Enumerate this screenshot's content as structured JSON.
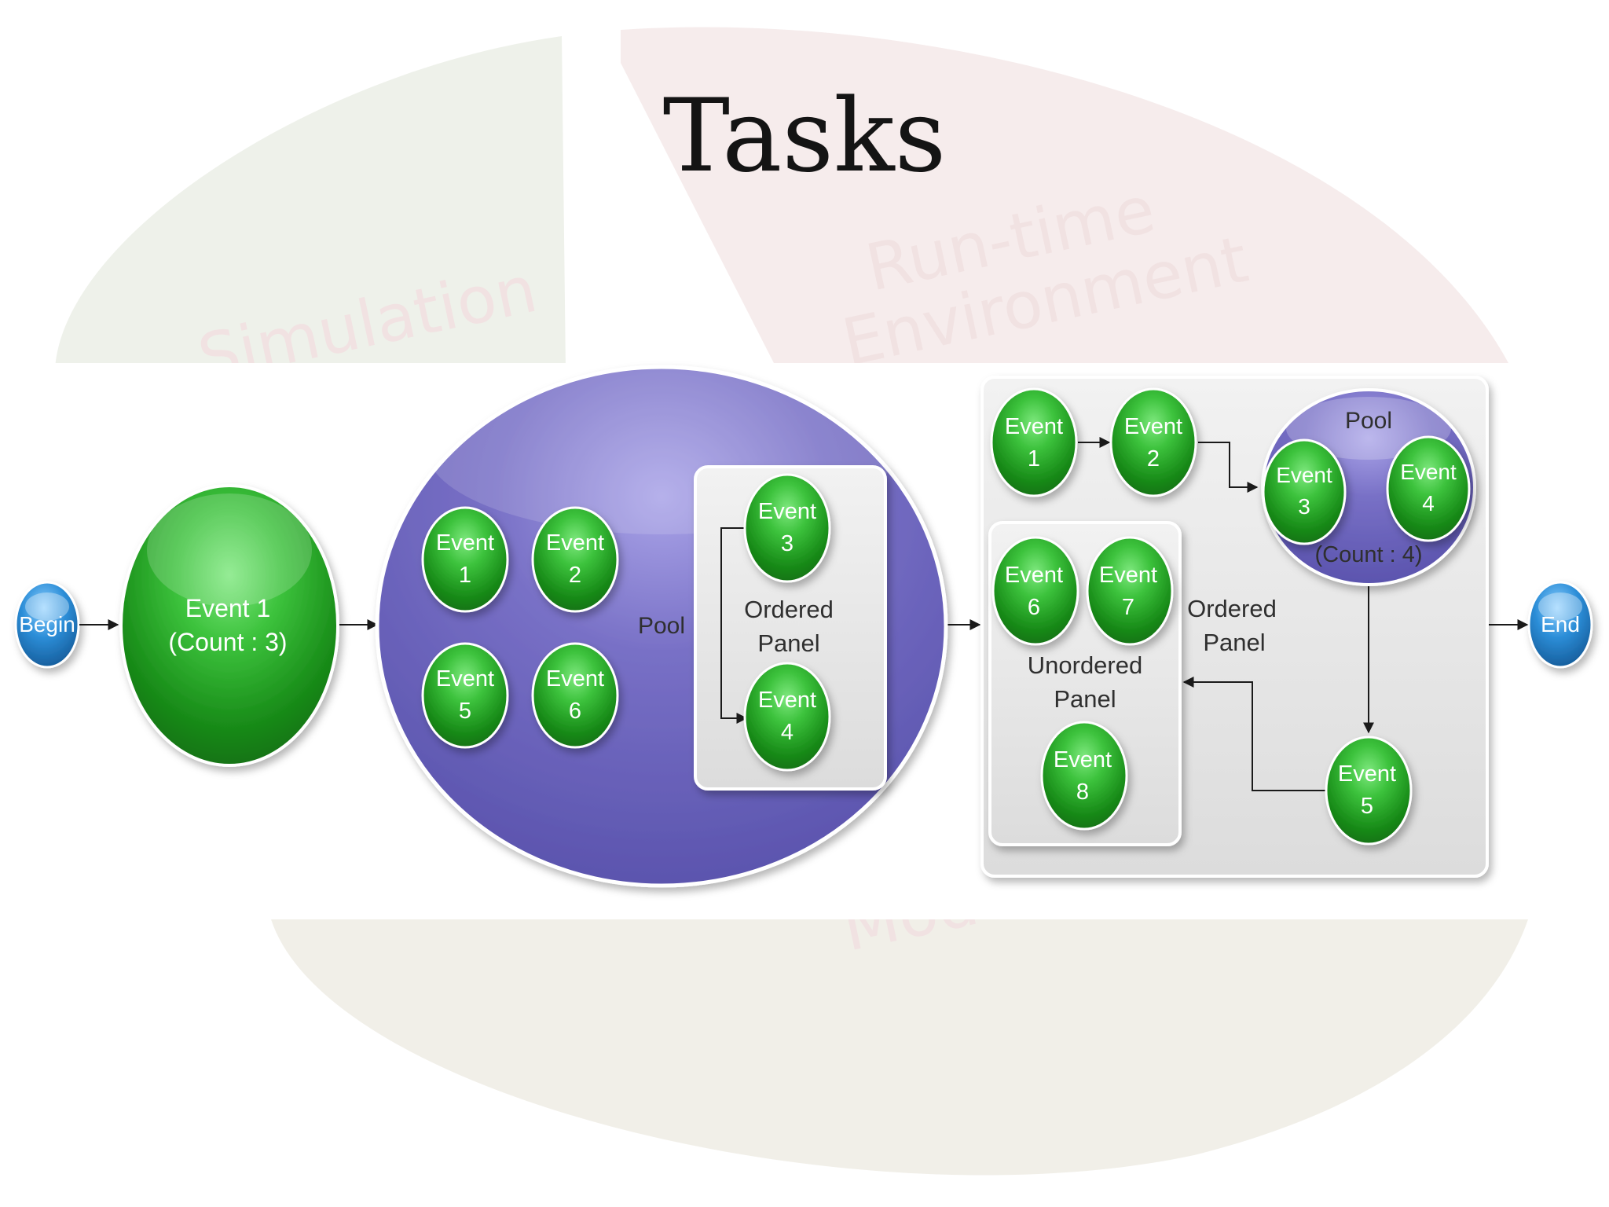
{
  "slide": {
    "title": "Tasks"
  },
  "background_words": {
    "simulation": "Simulation",
    "runtime_line1": "Run-time",
    "runtime_line2": "Environment",
    "model": "Model"
  },
  "colors": {
    "green_node": "#1e9c1e",
    "green_highlight": "#6de36d",
    "purple_pool": "#6a63b8",
    "purple_highlight": "#bcb6f0",
    "panel_gray": "#e5e5e5",
    "blue_terminal": "#1f7ec8",
    "arrow": "#1a1a1a"
  },
  "diagram": {
    "begin": "Begin",
    "end": "End",
    "event_1_count": {
      "line1": "Event 1",
      "line2": "(Count : 3)"
    },
    "pool_1": {
      "label": "Pool",
      "events": [
        {
          "line1": "Event",
          "line2": "1"
        },
        {
          "line1": "Event",
          "line2": "2"
        },
        {
          "line1": "Event",
          "line2": "5"
        },
        {
          "line1": "Event",
          "line2": "6"
        }
      ],
      "ordered_panel": {
        "label_line1": "Ordered",
        "label_line2": "Panel",
        "events": [
          {
            "line1": "Event",
            "line2": "3"
          },
          {
            "line1": "Event",
            "line2": "4"
          }
        ]
      }
    },
    "ordered_panel_2": {
      "label_line1": "Ordered",
      "label_line2": "Panel",
      "top_events": [
        {
          "line1": "Event",
          "line2": "1"
        },
        {
          "line1": "Event",
          "line2": "2"
        }
      ],
      "pool": {
        "label": "Pool",
        "count": "(Count : 4)",
        "events": [
          {
            "line1": "Event",
            "line2": "3"
          },
          {
            "line1": "Event",
            "line2": "4"
          }
        ]
      },
      "unordered_panel": {
        "label_line1": "Unordered",
        "label_line2": "Panel",
        "events": [
          {
            "line1": "Event",
            "line2": "6"
          },
          {
            "line1": "Event",
            "line2": "7"
          },
          {
            "line1": "Event",
            "line2": "8"
          }
        ]
      },
      "event_5": {
        "line1": "Event",
        "line2": "5"
      }
    }
  }
}
